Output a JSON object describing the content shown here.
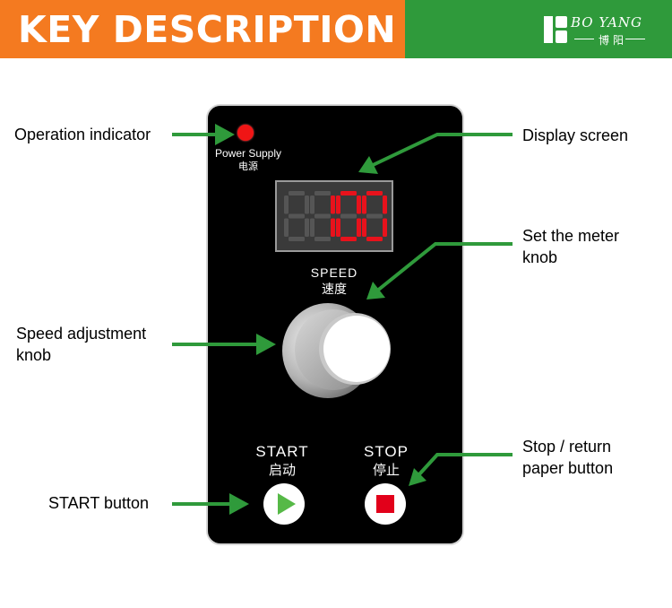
{
  "header": {
    "title": "KEY DESCRIPTION",
    "logo_text": "BO YANG",
    "logo_cn": "博阳",
    "colors": {
      "orange": "#f47a20",
      "green": "#2f9a3b"
    }
  },
  "panel": {
    "power_label": "Power Supply",
    "power_label_cn": "电源",
    "display_value": "100",
    "speed_label": "SPEED",
    "speed_label_cn": "速度",
    "start_label": "START",
    "start_label_cn": "启动",
    "stop_label": "STOP",
    "stop_label_cn": "停止",
    "colors": {
      "led": "#f01515",
      "digits": "#e8121c",
      "start_icon": "#56b947",
      "stop_icon": "#e2001a"
    }
  },
  "callouts": {
    "operation_indicator": "Operation indicator",
    "display_screen": "Display screen",
    "set_meter_knob_line1": "Set the meter",
    "set_meter_knob_line2": "knob",
    "speed_knob_line1": "Speed adjustment",
    "speed_knob_line2": "knob",
    "start_button": "START button",
    "stop_button_line1": "Stop / return",
    "stop_button_line2": "paper button"
  },
  "icons": {
    "play": "play-icon",
    "stop": "stop-icon",
    "arrow": "arrow-icon"
  }
}
